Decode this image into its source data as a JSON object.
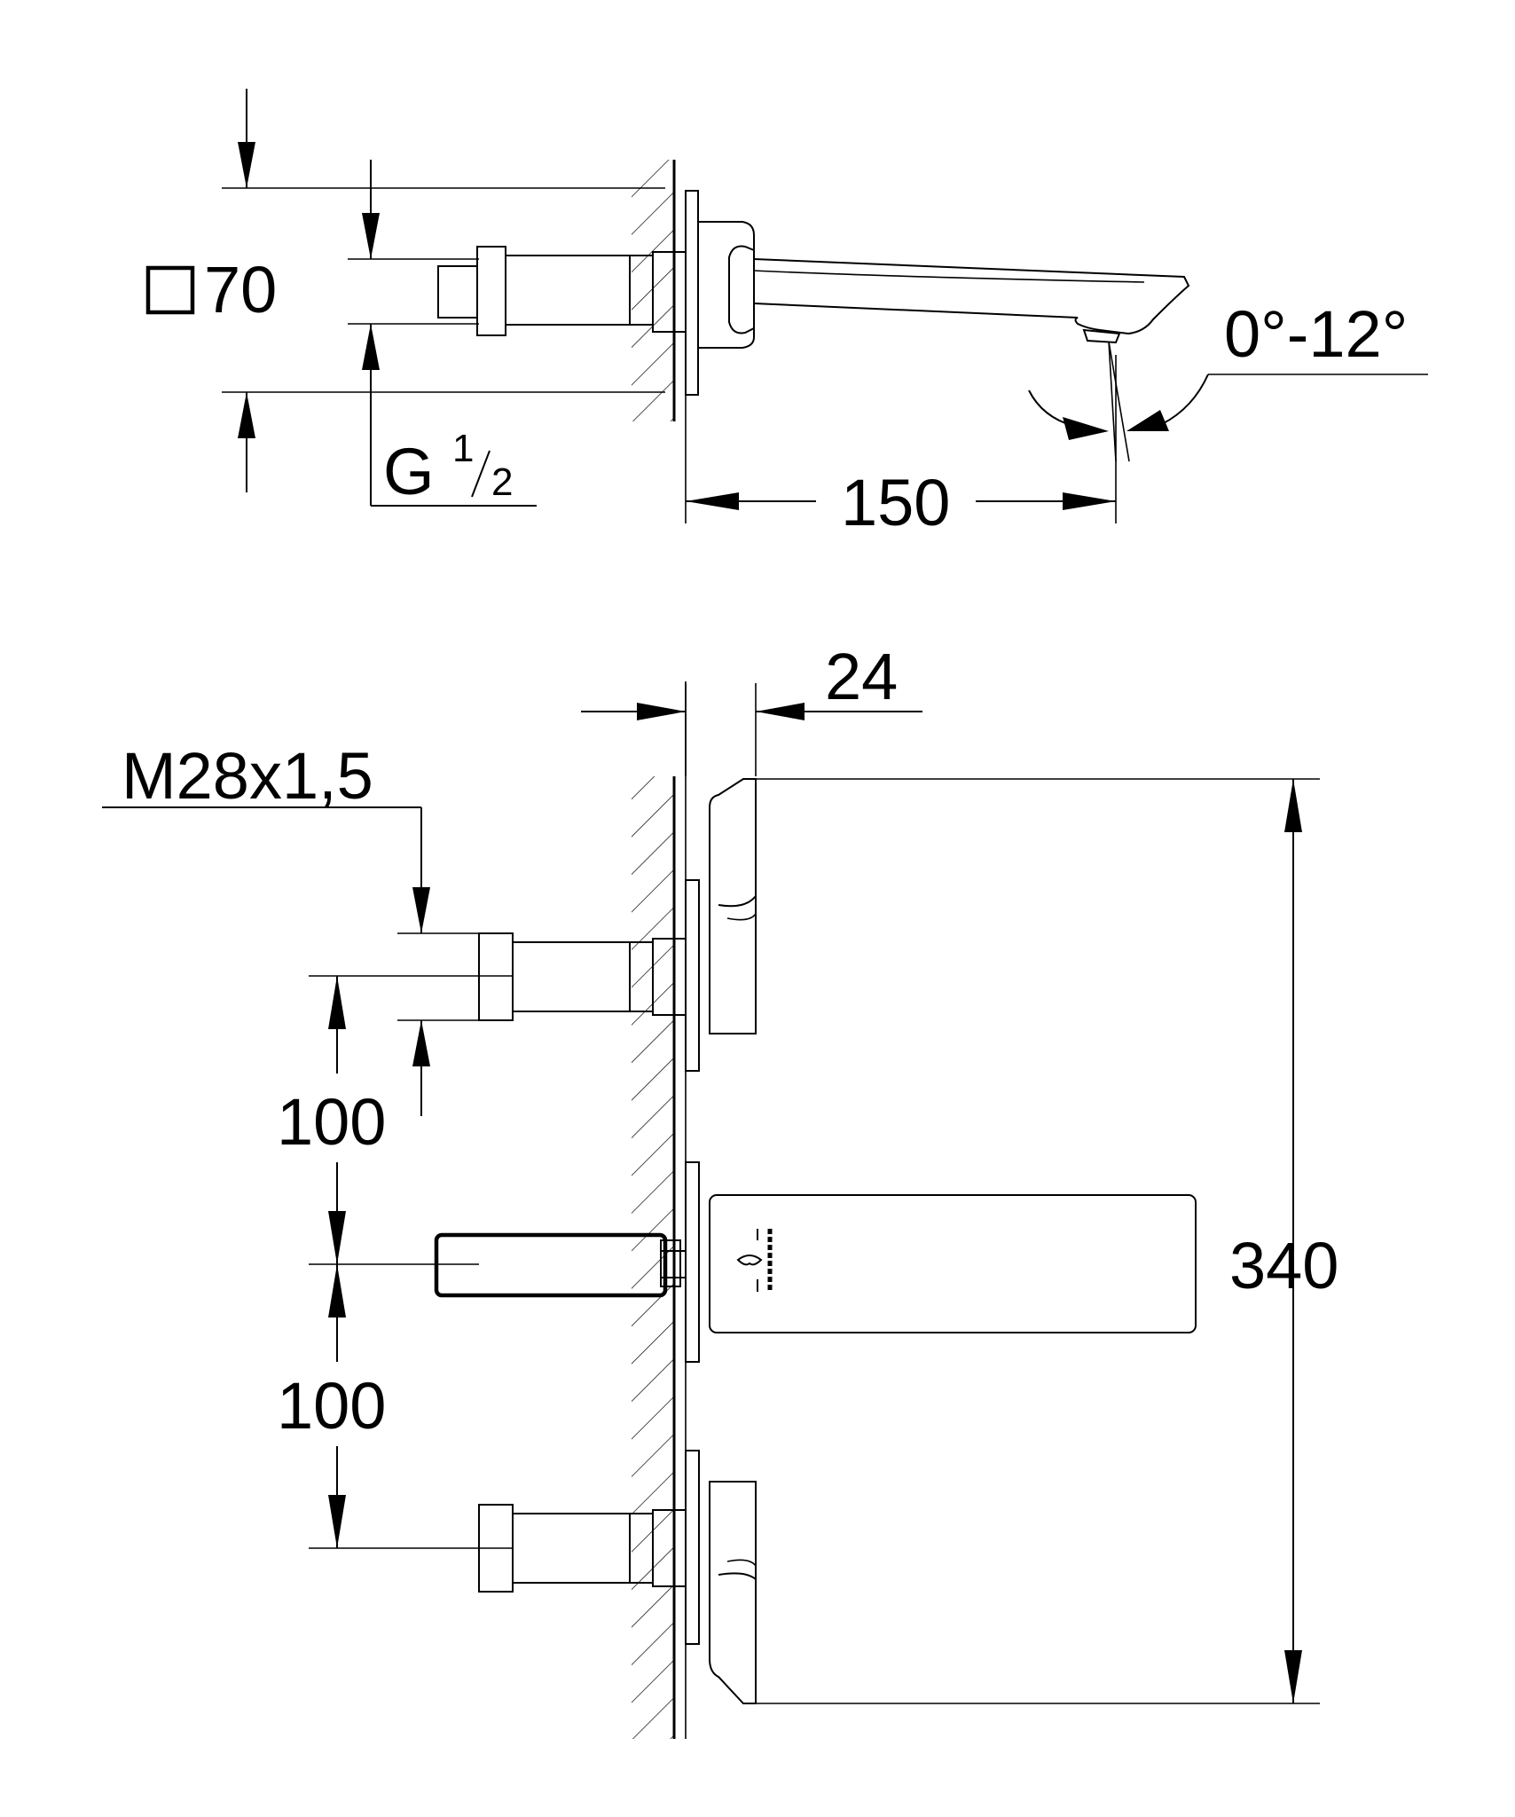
{
  "labels": {
    "square_size": "70",
    "thread_prefix": "G",
    "thread_num": "1",
    "thread_den": "2",
    "angle": "0°-12°",
    "projection": "150",
    "plate_depth": "24",
    "connection_thread": "M28x1,5",
    "spacing_upper": "100",
    "spacing_lower": "100",
    "height": "340"
  },
  "icons": {
    "square": "square-symbol-icon",
    "logo": "grohe-logo-icon"
  }
}
